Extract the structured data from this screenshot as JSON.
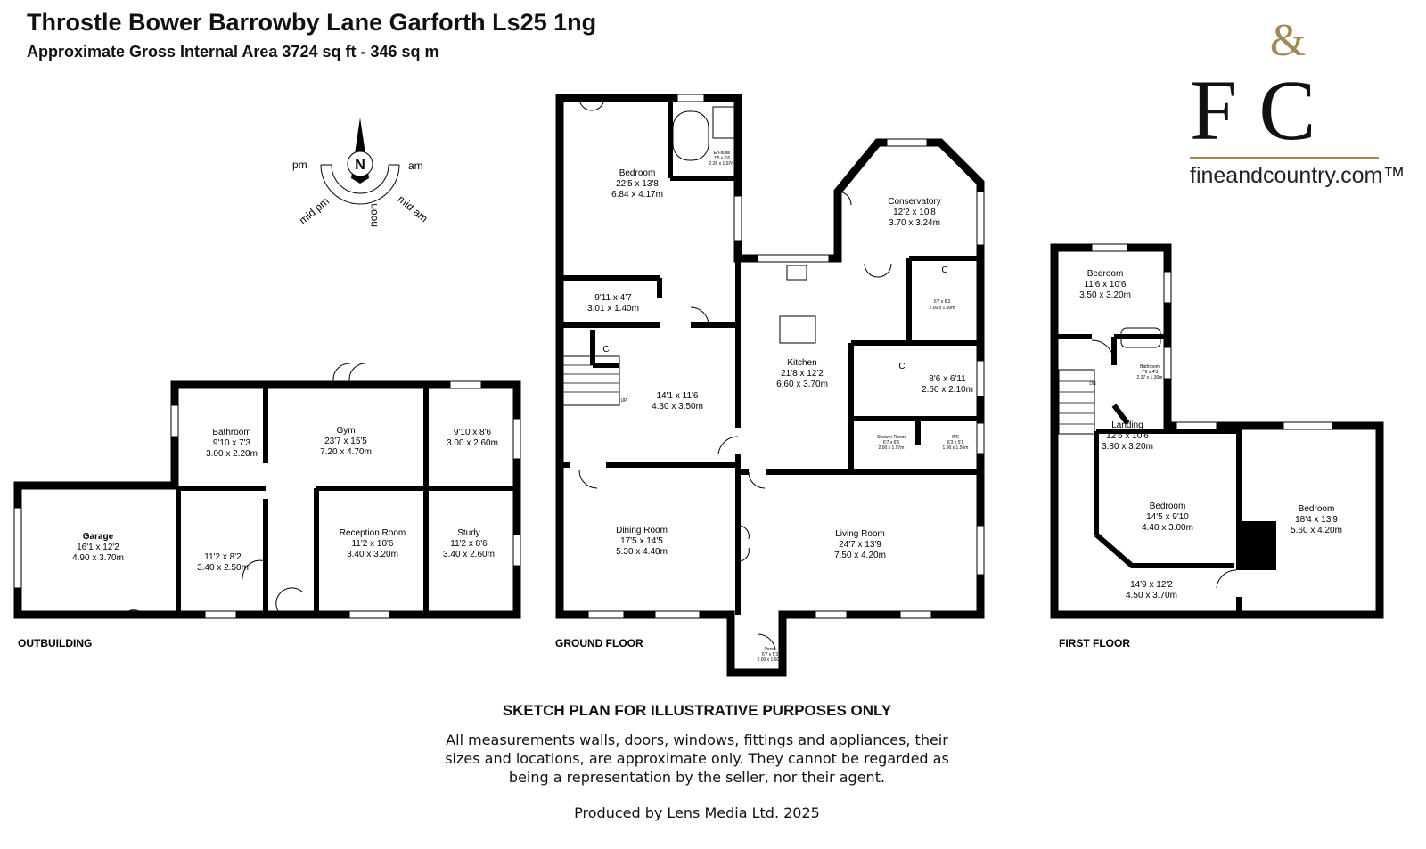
{
  "header": {
    "title": "Throstle Bower Barrowby Lane Garforth Ls25 1ng",
    "subtitle": "Approximate Gross Internal Area 3724 sq ft - 346 sq m"
  },
  "logo": {
    "letters": "F C",
    "amp": "&",
    "url": "fineandcountry.com™",
    "accent": "#a08a5a"
  },
  "compass": {
    "north": "N",
    "labels": [
      "pm",
      "am",
      "mid pm",
      "mid am",
      "noon"
    ]
  },
  "floors": {
    "outbuilding": {
      "label": "OUTBUILDING",
      "rooms": [
        {
          "name": "Garage",
          "imperial": "16'1 x 12'2",
          "metric": "4.90 x 3.70m"
        },
        {
          "name": "",
          "imperial": "11'2 x 8'2",
          "metric": "3.40 x 2.50m"
        },
        {
          "name": "Bathroom",
          "imperial": "9'10 x 7'3",
          "metric": "3.00 x 2.20m"
        },
        {
          "name": "Gym",
          "imperial": "23'7 x 15'5",
          "metric": "7.20 x 4.70m"
        },
        {
          "name": "",
          "imperial": "9'10 x 8'6",
          "metric": "3.00 x 2.60m"
        },
        {
          "name": "Reception Room",
          "imperial": "11'2 x 10'6",
          "metric": "3.40 x 3.20m"
        },
        {
          "name": "Study",
          "imperial": "11'2 x 8'6",
          "metric": "3.40 x 2.60m"
        }
      ]
    },
    "ground": {
      "label": "GROUND FLOOR",
      "rooms": [
        {
          "name": "Bedroom",
          "imperial": "22'5 x 13'8",
          "metric": "6.84 x 4.17m"
        },
        {
          "name": "En-suite",
          "imperial": "7'5 x 6'6",
          "metric": "2.26 x 1.97m"
        },
        {
          "name": "",
          "imperial": "9'11 x 4'7",
          "metric": "3.01 x 1.40m"
        },
        {
          "name": "",
          "imperial": "14'1 x 11'6",
          "metric": "4.30 x 3.50m"
        },
        {
          "name": "Kitchen",
          "imperial": "21'8 x 12'2",
          "metric": "6.60 x 3.70m"
        },
        {
          "name": "Conservatory",
          "imperial": "12'2 x 10'8",
          "metric": "3.70 x 3.24m"
        },
        {
          "name": "",
          "imperial": "6'7 x 6'3",
          "metric": "2.00 x 1.90m"
        },
        {
          "name": "",
          "imperial": "8'6 x 6'11",
          "metric": "2.60 x 2.10m"
        },
        {
          "name": "Shower Room",
          "imperial": "6'7 x 6'6",
          "metric": "2.00 x 1.97m"
        },
        {
          "name": "WC",
          "imperial": "6'3 x 5'1",
          "metric": "1.90 x 1.56m"
        },
        {
          "name": "Dining Room",
          "imperial": "17'5 x 14'5",
          "metric": "5.30 x 4.40m"
        },
        {
          "name": "Living Room",
          "imperial": "24'7 x 13'9",
          "metric": "7.50 x 4.20m"
        },
        {
          "name": "Porch",
          "imperial": "6'7 x 5'3",
          "metric": "2.00 x 1.60m"
        }
      ],
      "cupboards": [
        "C",
        "C",
        "C"
      ],
      "stairs_label": "UP"
    },
    "first": {
      "label": "FIRST FLOOR",
      "rooms": [
        {
          "name": "Bedroom",
          "imperial": "11'6 x 10'6",
          "metric": "3.50 x 3.20m"
        },
        {
          "name": "Bathroom",
          "imperial": "7'9 x 4'3",
          "metric": "2.37 x 1.30m"
        },
        {
          "name": "Landing",
          "imperial": "12'6 x 10'6",
          "metric": "3.80 x 3.20m"
        },
        {
          "name": "Bedroom",
          "imperial": "14'5 x 9'10",
          "metric": "4.40 x 3.00m"
        },
        {
          "name": "Bedroom",
          "imperial": "18'4 x 13'9",
          "metric": "5.60 x 4.20m"
        },
        {
          "name": "",
          "imperial": "14'9 x 12'2",
          "metric": "4.50 x 3.70m"
        }
      ],
      "stairs_label": "DN"
    }
  },
  "disclaimer": {
    "heading": "SKETCH PLAN FOR ILLUSTRATIVE PURPOSES ONLY",
    "lines": [
      "All measurements walls, doors, windows, fittings and appliances, their",
      "sizes and locations, are approximate only. They cannot be regarded as",
      "being a representation by the seller, nor their agent."
    ],
    "produced_by": "Produced by Lens Media Ltd. 2025"
  }
}
